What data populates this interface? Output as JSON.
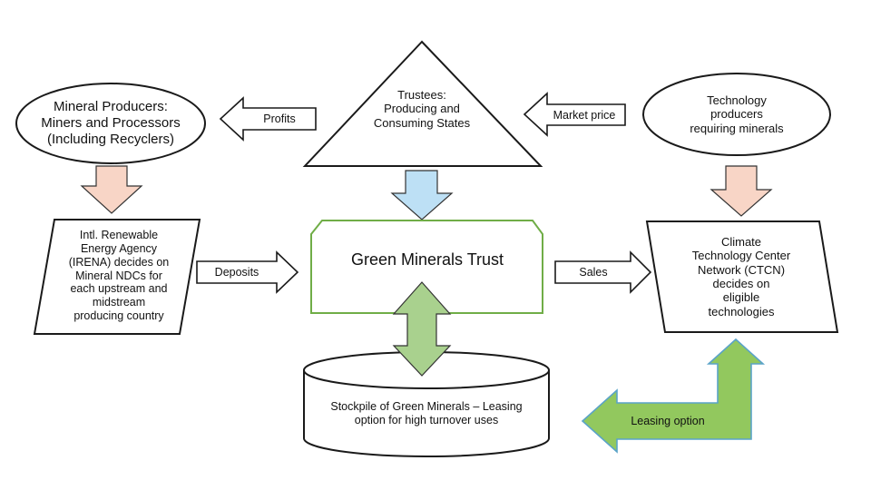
{
  "nodes": {
    "mineral_producers": "Mineral Producers:\nMiners and Processors\n(Including Recyclers)",
    "trustees": "Trustees:\nProducing and\nConsuming States",
    "technology_producers": "Technology\nproducers\nrequiring minerals",
    "irena": "Intl. Renewable\nEnergy Agency\n(IRENA)  decides on\nMineral NDCs for\neach upstream and\nmidstream\nproducing country",
    "green_minerals_trust": "Green Minerals Trust",
    "ctcn": "Climate\nTechnology Center\nNetwork (CTCN)\ndecides on\neligible\ntechnologies",
    "stockpile": "Stockpile of Green Minerals – Leasing\noption for high turnover uses"
  },
  "arrows": {
    "profits": "Profits",
    "market_price": "Market price",
    "deposits": "Deposits",
    "sales": "Sales",
    "leasing_option": "Leasing option"
  },
  "colors": {
    "peach_arrow": "#f8d5c6",
    "blue_arrow": "#bde0f5",
    "green_arrow": "#a9d18e",
    "lime_arrow": "#92c85e",
    "trust_border": "#70ad47",
    "outline": "#1a1a1a"
  }
}
